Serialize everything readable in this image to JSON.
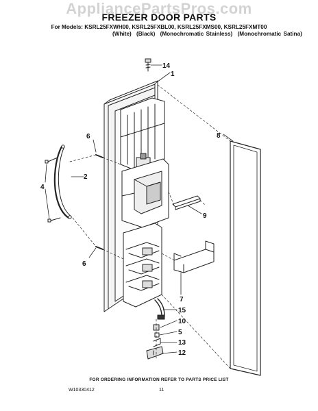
{
  "watermark": "AppliancePartsPros.com",
  "header": {
    "title": "FREEZER DOOR PARTS",
    "models": "For Models: KSRL25FXWH00, KSRL25FXBL00, KSRL25FXMS00, KSRL25FXMT00",
    "colors": [
      "(White)",
      "(Black)",
      "(Monochromatic Stainless)",
      "(Monochromatic Satina)"
    ]
  },
  "callouts": {
    "c14": "14",
    "c1": "1",
    "c6a": "6",
    "c2": "2",
    "c4": "4",
    "c6b": "6",
    "c8": "8",
    "c9": "9",
    "c7": "7",
    "c15": "15",
    "c10": "10",
    "c5": "5",
    "c13": "13",
    "c12": "12"
  },
  "footer": {
    "ordering_note": "FOR ORDERING INFORMATION REFER TO PARTS PRICE LIST",
    "doc_number": "W10330412",
    "page_number": "11"
  }
}
